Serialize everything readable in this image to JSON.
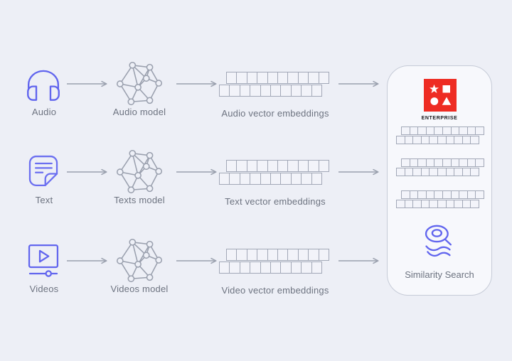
{
  "title": "Multimodal vector embeddings pipeline diagram",
  "colors": {
    "background": "#edeff6",
    "accent_blue": "#6165ee",
    "line_gray": "#9aa0ae",
    "label_gray": "#6d7380",
    "panel_bg": "#f7f8fc",
    "panel_border": "#c6cbd7",
    "logo_red": "#ee2c23"
  },
  "rows": [
    {
      "source_label": "Audio",
      "source_icon": "headphones-icon",
      "model_label": "Audio model",
      "embeddings_label": "Audio vector embeddings"
    },
    {
      "source_label": "Text",
      "source_icon": "document-icon",
      "model_label": "Texts model",
      "embeddings_label": "Text vector embeddings"
    },
    {
      "source_label": "Videos",
      "source_icon": "video-player-icon",
      "model_label": "Videos model",
      "embeddings_label": "Video vector embeddings"
    }
  ],
  "embeddings": {
    "cells_per_row": 10,
    "strips_per_block": 2
  },
  "panel": {
    "logo_label": "ENTERPRISE",
    "strip_pairs": 3,
    "strip_cells": 10,
    "search_label": "Similarity Search"
  }
}
